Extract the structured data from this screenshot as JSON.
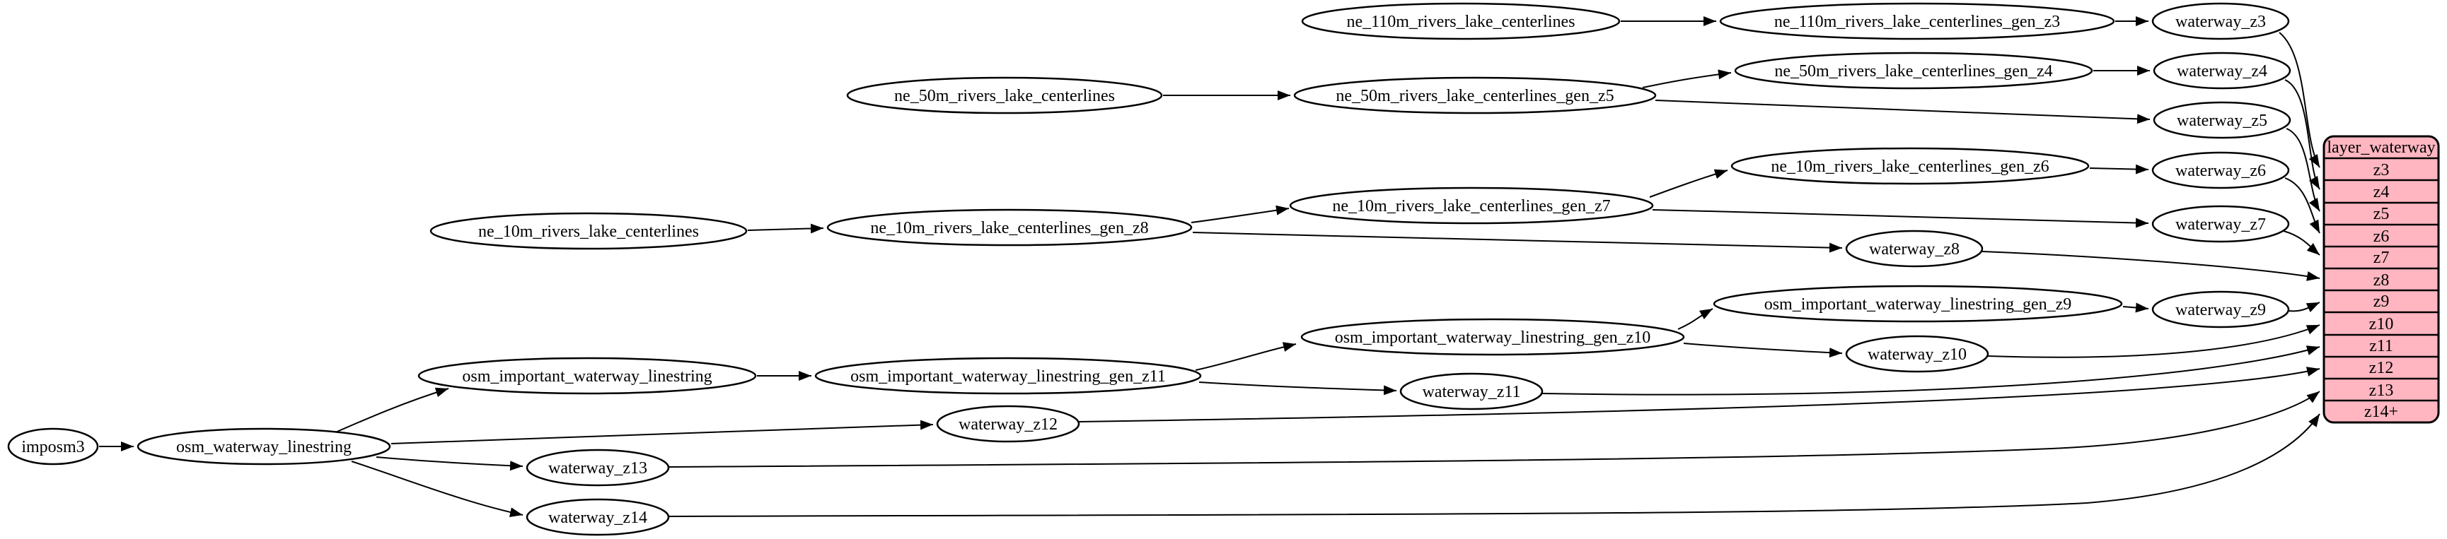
{
  "diagram": {
    "background_color": "#ffffff",
    "node_fill": "#ffffff",
    "node_stroke": "#000000",
    "edge_color": "#000000"
  },
  "nodes": {
    "imposm3": {
      "label": "imposm3"
    },
    "osm_waterway_linestring": {
      "label": "osm_waterway_linestring"
    },
    "osm_important_waterway_linestring": {
      "label": "osm_important_waterway_linestring"
    },
    "osm_important_waterway_linestring_gen_z11": {
      "label": "osm_important_waterway_linestring_gen_z11"
    },
    "osm_important_waterway_linestring_gen_z10": {
      "label": "osm_important_waterway_linestring_gen_z10"
    },
    "osm_important_waterway_linestring_gen_z9": {
      "label": "osm_important_waterway_linestring_gen_z9"
    },
    "ne_10m_rivers_lake_centerlines": {
      "label": "ne_10m_rivers_lake_centerlines"
    },
    "ne_10m_rivers_lake_centerlines_gen_z8": {
      "label": "ne_10m_rivers_lake_centerlines_gen_z8"
    },
    "ne_10m_rivers_lake_centerlines_gen_z7": {
      "label": "ne_10m_rivers_lake_centerlines_gen_z7"
    },
    "ne_10m_rivers_lake_centerlines_gen_z6": {
      "label": "ne_10m_rivers_lake_centerlines_gen_z6"
    },
    "ne_50m_rivers_lake_centerlines": {
      "label": "ne_50m_rivers_lake_centerlines"
    },
    "ne_50m_rivers_lake_centerlines_gen_z5": {
      "label": "ne_50m_rivers_lake_centerlines_gen_z5"
    },
    "ne_50m_rivers_lake_centerlines_gen_z4": {
      "label": "ne_50m_rivers_lake_centerlines_gen_z4"
    },
    "ne_110m_rivers_lake_centerlines": {
      "label": "ne_110m_rivers_lake_centerlines"
    },
    "ne_110m_rivers_lake_centerlines_gen_z3": {
      "label": "ne_110m_rivers_lake_centerlines_gen_z3"
    },
    "waterway_z3": {
      "label": "waterway_z3"
    },
    "waterway_z4": {
      "label": "waterway_z4"
    },
    "waterway_z5": {
      "label": "waterway_z5"
    },
    "waterway_z6": {
      "label": "waterway_z6"
    },
    "waterway_z7": {
      "label": "waterway_z7"
    },
    "waterway_z8": {
      "label": "waterway_z8"
    },
    "waterway_z9": {
      "label": "waterway_z9"
    },
    "waterway_z10": {
      "label": "waterway_z10"
    },
    "waterway_z11": {
      "label": "waterway_z11"
    },
    "waterway_z12": {
      "label": "waterway_z12"
    },
    "waterway_z13": {
      "label": "waterway_z13"
    },
    "waterway_z14": {
      "label": "waterway_z14"
    }
  },
  "record": {
    "title": "layer_waterway",
    "rows": [
      "z3",
      "z4",
      "z5",
      "z6",
      "z7",
      "z8",
      "z9",
      "z10",
      "z11",
      "z12",
      "z13",
      "z14+"
    ],
    "fill": "#ffb6c1",
    "stroke": "#000000"
  },
  "edges": [
    {
      "from": "imposm3",
      "to": "osm_waterway_linestring"
    },
    {
      "from": "osm_waterway_linestring",
      "to": "osm_important_waterway_linestring"
    },
    {
      "from": "osm_important_waterway_linestring",
      "to": "osm_important_waterway_linestring_gen_z11"
    },
    {
      "from": "osm_important_waterway_linestring_gen_z11",
      "to": "osm_important_waterway_linestring_gen_z10"
    },
    {
      "from": "osm_important_waterway_linestring_gen_z10",
      "to": "osm_important_waterway_linestring_gen_z9"
    },
    {
      "from": "osm_important_waterway_linestring_gen_z9",
      "to": "waterway_z9"
    },
    {
      "from": "osm_important_waterway_linestring_gen_z10",
      "to": "waterway_z10"
    },
    {
      "from": "osm_important_waterway_linestring_gen_z11",
      "to": "waterway_z11"
    },
    {
      "from": "osm_waterway_linestring",
      "to": "waterway_z12"
    },
    {
      "from": "osm_waterway_linestring",
      "to": "waterway_z13"
    },
    {
      "from": "osm_waterway_linestring",
      "to": "waterway_z14"
    },
    {
      "from": "ne_10m_rivers_lake_centerlines",
      "to": "ne_10m_rivers_lake_centerlines_gen_z8"
    },
    {
      "from": "ne_10m_rivers_lake_centerlines_gen_z8",
      "to": "ne_10m_rivers_lake_centerlines_gen_z7"
    },
    {
      "from": "ne_10m_rivers_lake_centerlines_gen_z7",
      "to": "ne_10m_rivers_lake_centerlines_gen_z6"
    },
    {
      "from": "ne_10m_rivers_lake_centerlines_gen_z6",
      "to": "waterway_z6"
    },
    {
      "from": "ne_10m_rivers_lake_centerlines_gen_z7",
      "to": "waterway_z7"
    },
    {
      "from": "ne_10m_rivers_lake_centerlines_gen_z8",
      "to": "waterway_z8"
    },
    {
      "from": "ne_50m_rivers_lake_centerlines",
      "to": "ne_50m_rivers_lake_centerlines_gen_z5"
    },
    {
      "from": "ne_50m_rivers_lake_centerlines_gen_z5",
      "to": "ne_50m_rivers_lake_centerlines_gen_z4"
    },
    {
      "from": "ne_50m_rivers_lake_centerlines_gen_z4",
      "to": "waterway_z4"
    },
    {
      "from": "ne_50m_rivers_lake_centerlines_gen_z5",
      "to": "waterway_z5"
    },
    {
      "from": "ne_110m_rivers_lake_centerlines",
      "to": "ne_110m_rivers_lake_centerlines_gen_z3"
    },
    {
      "from": "ne_110m_rivers_lake_centerlines_gen_z3",
      "to": "waterway_z3"
    },
    {
      "from": "waterway_z3",
      "to": "layer_waterway.z3"
    },
    {
      "from": "waterway_z4",
      "to": "layer_waterway.z4"
    },
    {
      "from": "waterway_z5",
      "to": "layer_waterway.z5"
    },
    {
      "from": "waterway_z6",
      "to": "layer_waterway.z6"
    },
    {
      "from": "waterway_z7",
      "to": "layer_waterway.z7"
    },
    {
      "from": "waterway_z8",
      "to": "layer_waterway.z8"
    },
    {
      "from": "waterway_z9",
      "to": "layer_waterway.z9"
    },
    {
      "from": "waterway_z10",
      "to": "layer_waterway.z10"
    },
    {
      "from": "waterway_z11",
      "to": "layer_waterway.z11"
    },
    {
      "from": "waterway_z12",
      "to": "layer_waterway.z12"
    },
    {
      "from": "waterway_z13",
      "to": "layer_waterway.z13"
    },
    {
      "from": "waterway_z14",
      "to": "layer_waterway.z14+"
    }
  ]
}
